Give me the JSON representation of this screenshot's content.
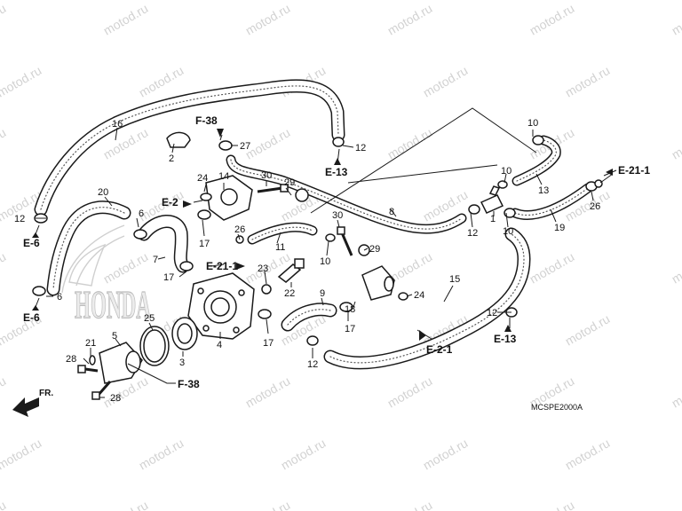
{
  "watermark": {
    "text": "motod.ru"
  },
  "brand": {
    "text": "HONDA"
  },
  "diagram_code": "MCSPE2000A",
  "front_label": "FR.",
  "ref_labels": {
    "f38_top": "F-38",
    "e2": "E-2",
    "e13_top": "E-13",
    "e211_right": "E-21-1",
    "e6_upper": "E-6",
    "e6_lower": "E-6",
    "e211_mid": "E-21-1",
    "e21": "E-2-1",
    "e13_right": "E-13",
    "f38_bottom": "F-38"
  },
  "part_numbers": {
    "p16": "16",
    "p2": "2",
    "p27": "27",
    "p12a": "12",
    "p10a": "10",
    "p24a": "24",
    "p14": "14",
    "p30a": "30",
    "p29a": "29",
    "p20": "20",
    "p6a": "6",
    "p12b": "12",
    "p17a": "17",
    "p26a": "26",
    "p11": "11",
    "p7": "7",
    "p17b": "17",
    "p23": "23",
    "p22": "22",
    "p8": "8",
    "p10b": "10",
    "p13": "13",
    "p1": "1",
    "p10c": "10",
    "p12c": "12",
    "p19": "19",
    "p26b": "26",
    "p30b": "30",
    "p29b": "29",
    "p10d": "10",
    "p9": "9",
    "p18": "18",
    "p24b": "24",
    "p15": "15",
    "p6b": "6",
    "p25": "25",
    "p3": "3",
    "p4": "4",
    "p17c": "17",
    "p17d": "17",
    "p5": "5",
    "p21": "21",
    "p28a": "28",
    "p28b": "28",
    "p12d": "12",
    "p12e": "12"
  }
}
